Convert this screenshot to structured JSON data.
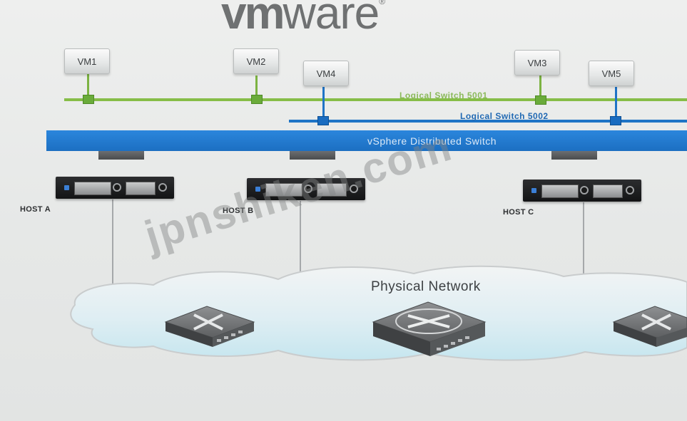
{
  "logo": {
    "vm": "vm",
    "ware": "ware",
    "reg": "®"
  },
  "vms": [
    {
      "label": "VM1"
    },
    {
      "label": "VM2"
    },
    {
      "label": "VM4"
    },
    {
      "label": "VM3"
    },
    {
      "label": "VM5"
    }
  ],
  "logical_switches": [
    {
      "label": "Logical Switch 5001",
      "color": "#86bd47"
    },
    {
      "label": "Logical Switch 5002",
      "color": "#1f74c6"
    }
  ],
  "distributed_switch": {
    "label": "vSphere Distributed Switch",
    "color": "#1f74c6"
  },
  "hosts": [
    {
      "label": "HOST A"
    },
    {
      "label": "HOST B"
    },
    {
      "label": "HOST C"
    }
  ],
  "physical_network": {
    "label": "Physical Network"
  },
  "watermark": "jpnshiken.com"
}
